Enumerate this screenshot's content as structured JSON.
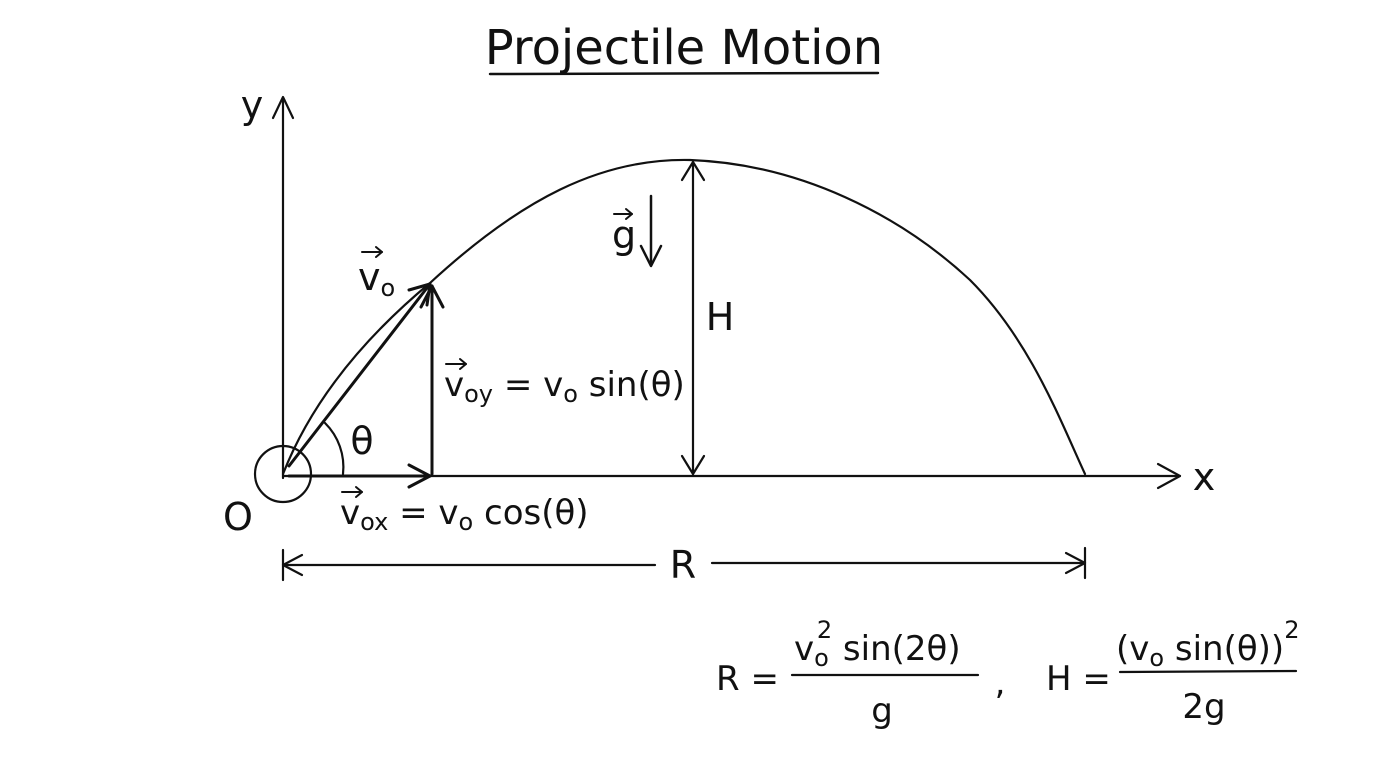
{
  "title": "Projectile Motion",
  "axes": {
    "x_label": "x",
    "y_label": "y",
    "origin_label": "O"
  },
  "labels": {
    "v0": {
      "base": "v",
      "sub": "o"
    },
    "gravity": "g",
    "angle": "θ",
    "height": "H",
    "range": "R"
  },
  "components": {
    "voy": {
      "base": "v",
      "sub": "oy",
      "rhs_base": "v",
      "rhs_sub": "o",
      "rhs_fn": "sin(θ)"
    },
    "vox": {
      "base": "v",
      "sub": "ox",
      "rhs_base": "v",
      "rhs_sub": "o",
      "rhs_fn": "cos(θ)"
    }
  },
  "formulas": {
    "range": {
      "lhs": "R",
      "equals": "=",
      "num_base": "v",
      "num_sub": "o",
      "num_sup": "2",
      "num_fn": "sin(2θ)",
      "den": "g"
    },
    "separator": ",",
    "height": {
      "lhs": "H",
      "equals": "=",
      "num_open": "(",
      "num_base": "v",
      "num_sub": "o",
      "num_fn": "sin(θ))",
      "num_sup": "2",
      "den": "2g"
    }
  }
}
